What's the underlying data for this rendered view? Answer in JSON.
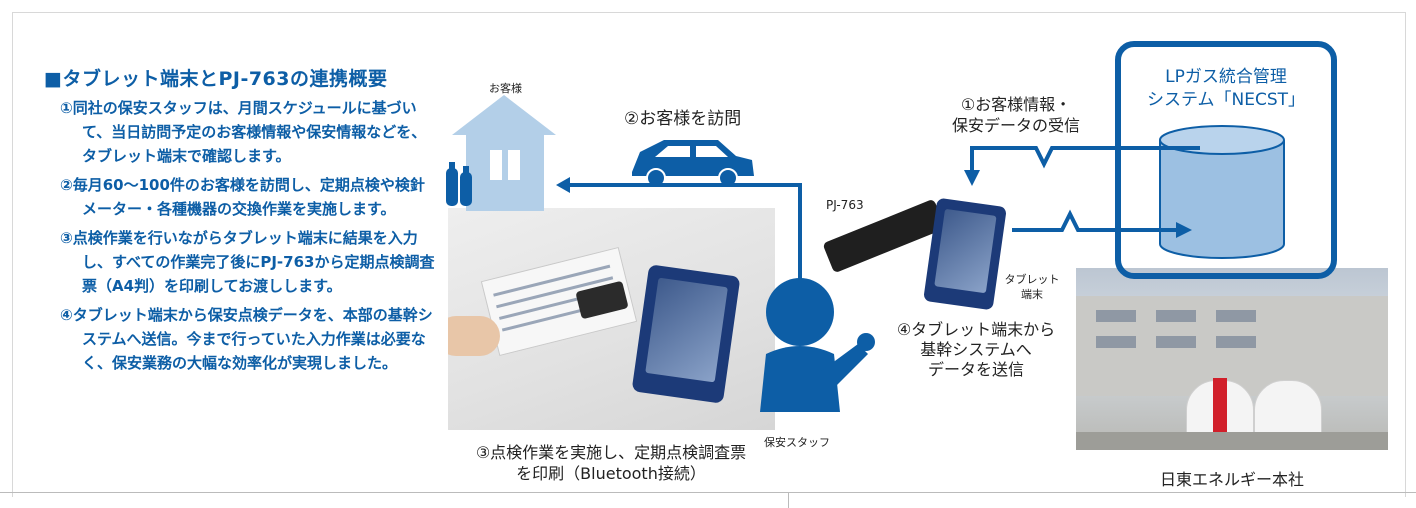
{
  "heading": "■タブレット端末とPJ-763の連携概要",
  "steps": [
    "①同社の保安スタッフは、月間スケジュールに基づいて、当日訪問予定のお客様情報や保安情報などを、タブレット端末で確認します。",
    "②毎月60～100件のお客様を訪問し、定期点検や検針メーター・各種機器の交換作業を実施します。",
    "③点検作業を行いながらタブレット端末に結果を入力し、すべての作業完了後にPJ-763から定期点検調査票（A4判）を印刷してお渡しします。",
    "④タブレット端末から保安点検データを、本部の基幹システムへ送信。今まで行っていた入力作業は必要なく、保安業務の大幅な効率化が実現しました。"
  ],
  "diagram": {
    "customer_label": "お客様",
    "visit_label": "②お客様を訪問",
    "print_label_1": "③点検作業を実施し、定期点検調査票",
    "print_label_2": "を印刷（Bluetooth接続）",
    "staff_label": "保安スタッフ",
    "receive_label_1": "①お客様情報・",
    "receive_label_2": "保安データの受信",
    "printer_label": "PJ-763",
    "tablet_label_1": "タブレット",
    "tablet_label_2": "端末",
    "send_label_1": "④タブレット端末から",
    "send_label_2": "基幹システムへ",
    "send_label_3": "データを送信",
    "system_label_1": "LPガス統合管理",
    "system_label_2": "システム「NECST」",
    "hq_label": "日東エネルギー本社"
  },
  "colors": {
    "accent_blue": "#0d5ea6",
    "light_blue": "#9cc0e2",
    "house_fill": "#b3cfe8"
  }
}
